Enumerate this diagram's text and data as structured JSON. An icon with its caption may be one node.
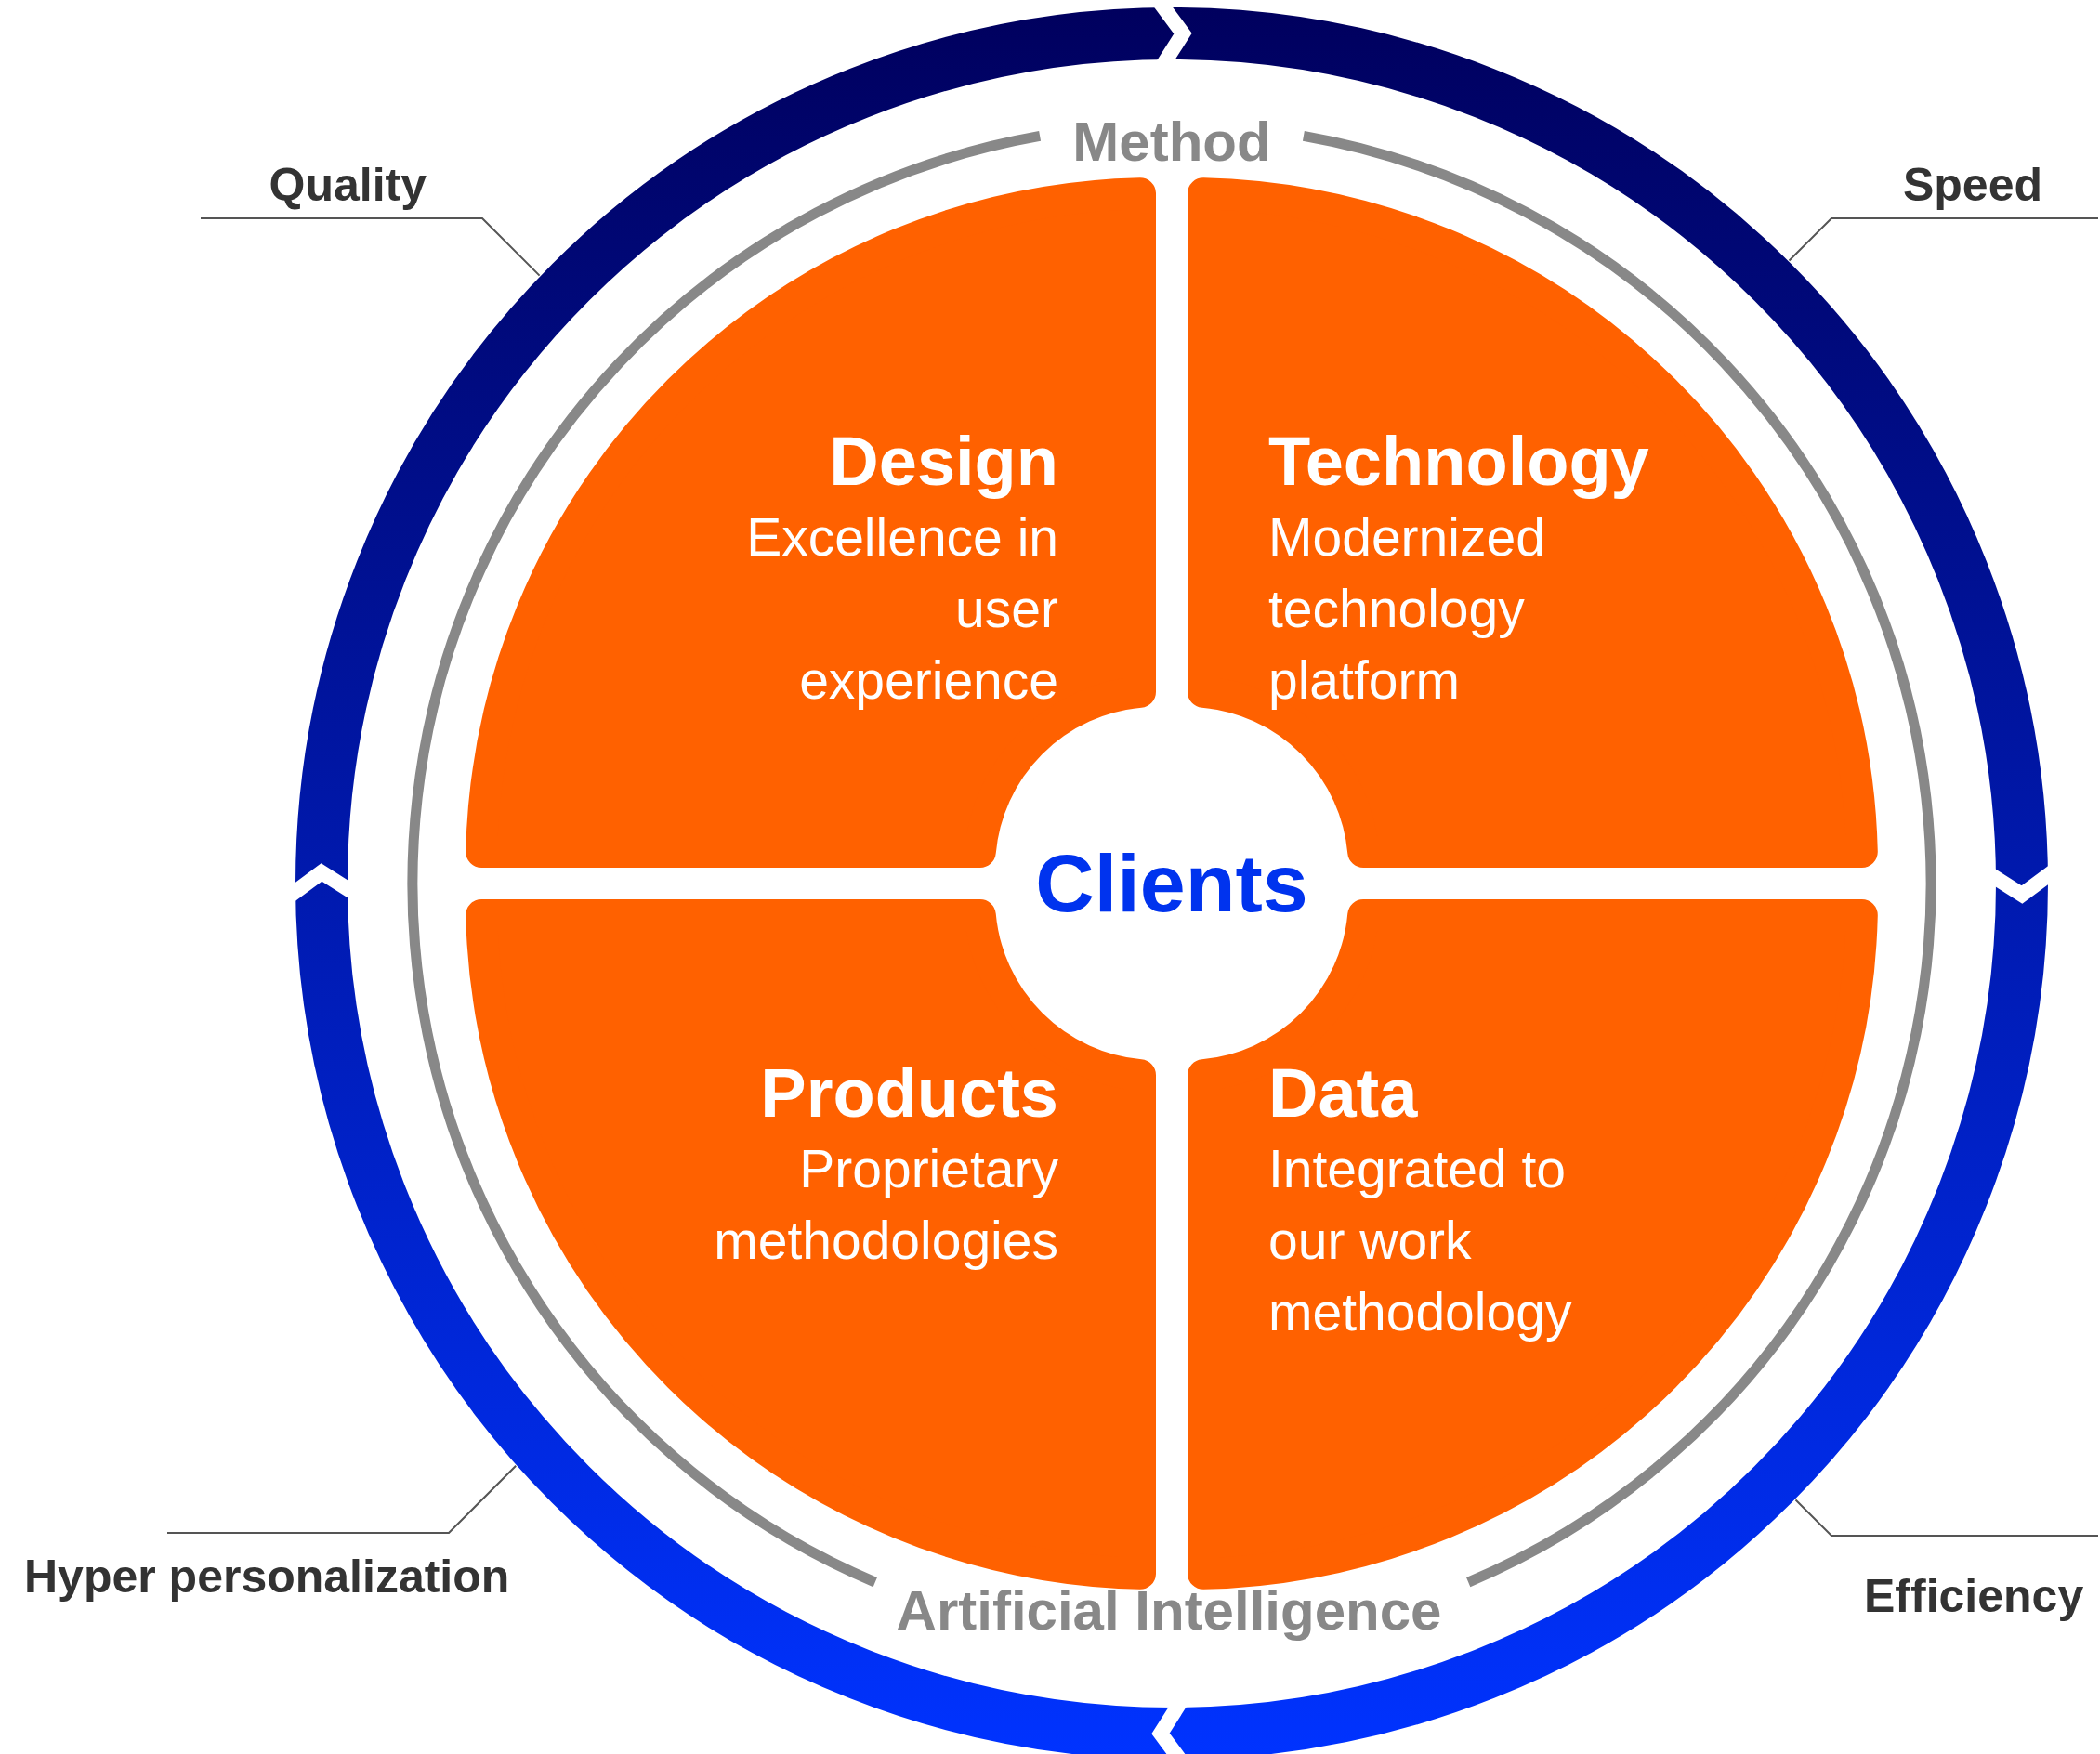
{
  "diagram": {
    "nodes": [
      {
        "text": [],
        "shape": "circle"
      },
      {
        "text": [
          "Quality"
        ]
      },
      {
        "text": [
          "Speed"
        ]
      },
      {
        "text": [
          "Hyper personalization"
        ]
      },
      {
        "text": [
          "Efficiency"
        ]
      },
      {
        "text": [
          "Design",
          "Excellence in user experience"
        ],
        "in": 0
      },
      {
        "text": [
          "Technology",
          "Modernized technology platform"
        ],
        "in": 0
      },
      {
        "text": [
          "Products",
          "Proprietary methodologies"
        ],
        "in": 0
      },
      {
        "text": [
          "Data",
          "Integrated to our work methodology"
        ],
        "in": 0
      },
      {
        "text": [
          "Clients"
        ],
        "in": 0
      }
    ],
    "edges": [
      {
        "from": 1,
        "to": 0,
        "arrow": "none"
      },
      {
        "from": 2,
        "to": 0,
        "arrow": "none"
      },
      {
        "from": 3,
        "to": 0,
        "arrow": "none"
      },
      {
        "from": 4,
        "to": 0,
        "arrow": "none"
      }
    ],
    "labels": [
      "Method",
      "Artificial Intelligence"
    ]
  }
}
